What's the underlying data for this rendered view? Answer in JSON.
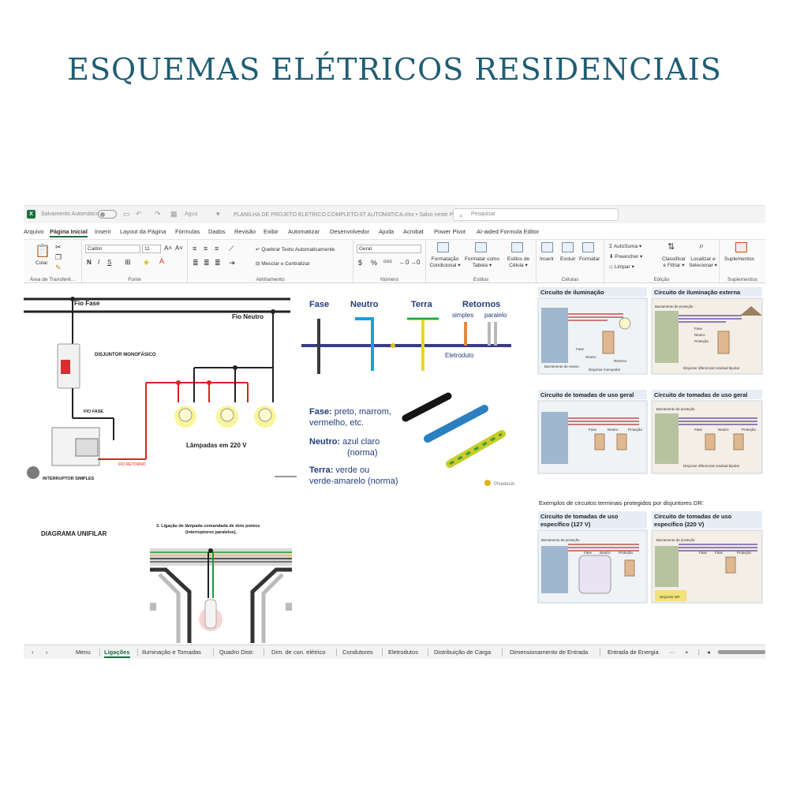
{
  "headline": "ESQUEMAS ELÉTRICOS RESIDENCIAIS",
  "titlebar": {
    "autosave": "Salvamento Automático",
    "save_label": "Agua",
    "filename": "PLANILHA DE PROJETO ELETRICO COMPLETO 8T AUTOMATICA.xlsx • Salvo neste PC ∨",
    "search_placeholder": "Pesquisar"
  },
  "menu": [
    "Arquivo",
    "Página Inicial",
    "Inserir",
    "Layout da Página",
    "Fórmulas",
    "Dados",
    "Revisão",
    "Exibir",
    "Automatizar",
    "Desenvolvedor",
    "Ajuda",
    "Acrobat",
    "Power Pivot",
    "AI-aided Formula Editor"
  ],
  "ribbon": {
    "clipboard": {
      "paste": "Colar",
      "group": "Área de Transferê..."
    },
    "font": {
      "name": "Calibri",
      "size": "11",
      "group": "Fonte"
    },
    "alignment": {
      "wrap": "Quebrar Texto Automaticamente",
      "merge": "Mesclar e Centralizar",
      "group": "Alinhamento"
    },
    "number": {
      "format": "Geral",
      "group": "Número"
    },
    "styles": {
      "cond": [
        "Formatação",
        "Condicional ▾"
      ],
      "table": [
        "Formatar como",
        "Tabela ▾"
      ],
      "cell": [
        "Estilos de",
        "Célula ▾"
      ],
      "group": "Estilos"
    },
    "cells": {
      "insert": "Inserir",
      "delete": "Excluir",
      "format": "Formatar",
      "group": "Células"
    },
    "editing": {
      "autosum": "AutoSoma ▾",
      "fill": "Preencher ▾",
      "clear": "Limpar ▾",
      "sort": [
        "Classificar",
        "e Filtrar ▾"
      ],
      "find": [
        "Localizar e",
        "Selecionar ▾"
      ],
      "group": "Edição"
    },
    "addins": {
      "label": "Suplementos",
      "group": "Suplementos"
    }
  },
  "diagram1": {
    "fase": "Fio Fase",
    "neutro": "Fio Neutro",
    "breaker": "DISJUNTOR MONOFÁSICO",
    "fio_fase": "FIO FASE",
    "lamps": "Lâmpadas em 220 V",
    "retorno": "FIO RETORNO",
    "switch": "INTERRUPTOR SIMPLES"
  },
  "diagram2": {
    "h_fase": "Fase",
    "h_neutro": "Neutro",
    "h_terra": "Terra",
    "h_retornos": "Retornos",
    "simples": "simples",
    "paralelo": "paralelo",
    "eletroduto": "Eletroduto",
    "fase_b": "Fase:",
    "fase_t": " preto, marrom,",
    "fase_t2": "vermelho, etc.",
    "neutro_b": "Neutro:",
    "neutro_t": " azul claro",
    "neutro_t2": "(norma)",
    "terra_b": "Terra:",
    "terra_t": " verde ou",
    "terra_t2": "verde-amarelo (norma)",
    "brand": "Pinedesin"
  },
  "diagram3": {
    "title": "DIAGRAMA UNIFILAR",
    "caption1": "3. Ligação de lâmpada comandada de dois pontos",
    "caption2": "(interruptores paralelos)."
  },
  "circuits": {
    "c1": "Circuito de iluminação",
    "c2": "Circuito de iluminação externa",
    "c3": "Circuito de tomadas de uso geral",
    "c4": "Circuito de tomadas de uso geral",
    "note": "Exemplos de circuitos terminais protegidos por disjuntores DR:",
    "c5a": "Circuito de tomadas de uso",
    "c5b": "específico (127 V)",
    "c6a": "Circuito de tomadas de uso",
    "c6b": "específico (220 V)",
    "lab_fase": "Fase",
    "lab_neutro": "Neutro",
    "lab_retorno": "Retorno",
    "lab_protecao": "Proteção",
    "lab_barramento": "Barramento de proteção",
    "lab_disj_mono": "Disjuntor monopolar",
    "lab_disj_dif": "Disjuntor diferencial residual bipolar",
    "lab_disj_dr": "Disjuntor DR",
    "lab_barr_neutro": "Barramento de neutro"
  },
  "tabs": [
    "Menu",
    "Ligações",
    "Iluminação e Tomadas",
    "Quadro Distr.",
    "Dim. de con. elétrico",
    "Condutores",
    "Eletrodutos",
    "Distribuição de Carga",
    "Dimensionamento de Entrada",
    "Entrada de Energia"
  ],
  "tabs_more": "···",
  "tabs_add": "+",
  "colors": {
    "excel_green": "#1d6f42",
    "headline": "#1f5d74",
    "circuit_header": "#e6edf6"
  }
}
